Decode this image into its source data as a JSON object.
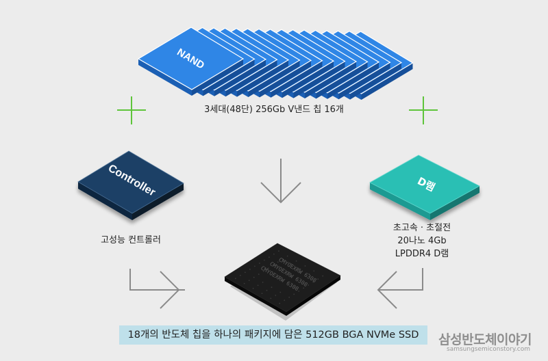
{
  "nand": {
    "chip_label": "NAND",
    "caption": "3세대(48단) 256Gb V낸드 칩 16개",
    "chip_count": 16,
    "color_top": "#2f86e6",
    "color_side": "#1b5fb4"
  },
  "controller": {
    "chip_label": "Controller",
    "caption": "고성능 컨트롤러",
    "color_top": "#1b3f66",
    "color_side": "#10263f"
  },
  "dram": {
    "chip_label": "D램",
    "caption_lines": [
      "초고속 · 초절전",
      "20나노 4Gb",
      "LPDDR4 D램"
    ],
    "color_top": "#2bbfb4",
    "color_side": "#1c8c85"
  },
  "package": {
    "marking_lines": [
      "CMYOEXRW 6308",
      "CMYOEXRW 6308",
      "CMYOEXRW 6308"
    ]
  },
  "summary": "18개의 반도체 칩을 하나의 패키지에 담은 512GB BGA NVMe SSD",
  "brand": {
    "name": "삼성반도체이야기",
    "url": "samsungsemiconstory.com"
  },
  "colors": {
    "plus": "#5ec43a",
    "arrow": "#8a8a8a",
    "background": "#ececec",
    "banner": "#bfe0ea"
  }
}
